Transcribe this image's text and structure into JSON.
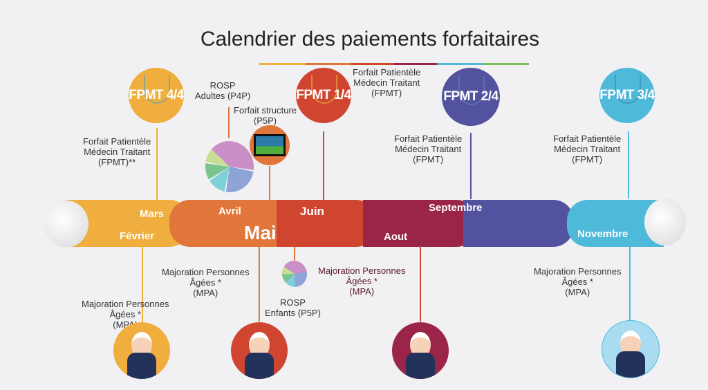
{
  "title": "Calendrier des paiements forfaitaires",
  "colors": {
    "fevrier": "#EFAE3D",
    "avril": "#E0763A",
    "juin": "#D04530",
    "aout": "#9B2548",
    "septembre": "#53529F",
    "novembre": "#4FB9DA"
  },
  "months": {
    "mars": "Mars",
    "fevrier": "Février",
    "avril": "Avril",
    "mai": "Mai",
    "juin": "Juin",
    "aout": "Aout",
    "septembre": "Septembre",
    "novembre": "Novembre"
  },
  "badges": {
    "fpmt44": "FPMT 4/4",
    "fpmt14": "FPMT 1/4",
    "fpmt24": "FPMT 2/4",
    "fpmt34": "FPMT 3/4"
  },
  "top_labels": {
    "fpmt_fev": [
      "Forfait Patientèle",
      "Médecin Traitant",
      "(FPMT)**"
    ],
    "rosp_adultes": [
      "ROSP",
      "Adultes (P4P)"
    ],
    "forfait_structure": [
      "Forfait structure",
      "(P5P)"
    ],
    "fpmt_juin": [
      "Forfait Patientèle",
      "Médecin Traitant",
      "(FPMT)"
    ],
    "fpmt_sept": [
      "Forfait Patientèle",
      "Médecin Traitant",
      "(FPMT)"
    ],
    "fpmt_nov": [
      "Forfait Patientèle",
      "Médecin Traitant",
      "(FPMT)"
    ]
  },
  "bottom_labels": {
    "mpa_fev": [
      "Majoration Personnes",
      "Âgées *",
      "(MPA)"
    ],
    "mpa_mai": [
      "Majoration Personnes",
      "Âgées *",
      "(MPA)"
    ],
    "rosp_enfants": [
      "ROSP",
      "Enfants (P5P)"
    ],
    "mpa_aout": [
      "Majoration Personnes",
      "Âgées *",
      "(MPA)"
    ],
    "mpa_nov": [
      "Majoration Personnes",
      "Âgées *",
      "(MPA)"
    ]
  }
}
